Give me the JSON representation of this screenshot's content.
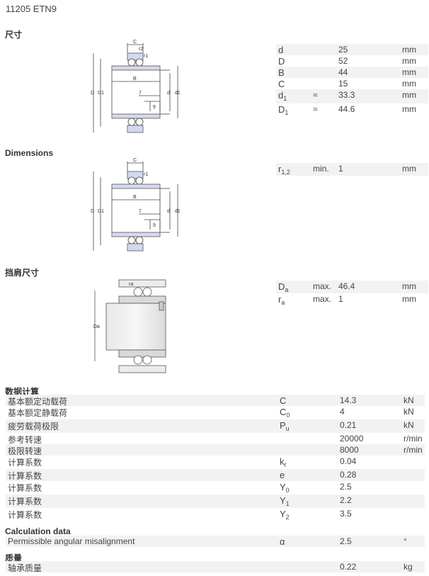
{
  "title": "11205 ETN9",
  "sections": {
    "dimensions_cn": "尺寸",
    "dimensions_en": "Dimensions",
    "abutment_cn": "挡肩尺寸",
    "calc_cn": "数据计算",
    "calc_en": "Calculation data",
    "mass_cn": "质量"
  },
  "diagram_labels": {
    "C": "C",
    "r2": "r2",
    "r1": "r1",
    "B": "B",
    "D": "D",
    "D1": "D1",
    "d": "d",
    "d1": "d1",
    "seven": "7",
    "nine": "9",
    "ra": "ra",
    "Da": "Da"
  },
  "dimensions": [
    {
      "sym": "d",
      "sub": "",
      "q": "",
      "val": "25",
      "unit": "mm"
    },
    {
      "sym": "D",
      "sub": "",
      "q": "",
      "val": "52",
      "unit": "mm"
    },
    {
      "sym": "B",
      "sub": "",
      "q": "",
      "val": "44",
      "unit": "mm"
    },
    {
      "sym": "C",
      "sub": "",
      "q": "",
      "val": "15",
      "unit": "mm"
    },
    {
      "sym": "d",
      "sub": "1",
      "q": "≈",
      "val": "33.3",
      "unit": "mm"
    },
    {
      "sym": "D",
      "sub": "1",
      "q": "≈",
      "val": "44.6",
      "unit": "mm"
    }
  ],
  "dimensions2": [
    {
      "sym": "r",
      "sub": "1,2",
      "q": "min.",
      "val": "1",
      "unit": "mm"
    }
  ],
  "abutment": [
    {
      "sym": "D",
      "sub": "a",
      "q": "max.",
      "val": "46.4",
      "unit": "mm"
    },
    {
      "sym": "r",
      "sub": "a",
      "q": "max.",
      "val": "1",
      "unit": "mm"
    }
  ],
  "calc": [
    {
      "label": "基本额定动载荷",
      "sym": "C",
      "sub": "",
      "val": "14.3",
      "unit": "kN"
    },
    {
      "label": "基本额定静载荷",
      "sym": "C",
      "sub": "0",
      "val": "4",
      "unit": "kN"
    },
    {
      "label": "疲劳载荷极限",
      "sym": "P",
      "sub": "u",
      "val": "0.21",
      "unit": "kN"
    },
    {
      "label": "参考转速",
      "sym": "",
      "sub": "",
      "val": "20000",
      "unit": "r/min"
    },
    {
      "label": "极限转速",
      "sym": "",
      "sub": "",
      "val": "8000",
      "unit": "r/min"
    },
    {
      "label": "计算系数",
      "sym": "k",
      "sub": "r",
      "val": "0.04",
      "unit": ""
    },
    {
      "label": "计算系数",
      "sym": "e",
      "sub": "",
      "val": "0.28",
      "unit": ""
    },
    {
      "label": "计算系数",
      "sym": "Y",
      "sub": "0",
      "val": "2.5",
      "unit": ""
    },
    {
      "label": "计算系数",
      "sym": "Y",
      "sub": "1",
      "val": "2.2",
      "unit": ""
    },
    {
      "label": "计算系数",
      "sym": "Y",
      "sub": "2",
      "val": "3.5",
      "unit": ""
    }
  ],
  "calc_en_rows": [
    {
      "label": "Permissible angular misalignment",
      "sym": "α",
      "sub": "",
      "val": "2.5",
      "unit": "°"
    }
  ],
  "mass_rows": [
    {
      "label": "轴承质量",
      "sym": "",
      "sub": "",
      "val": "0.22",
      "unit": "kg"
    }
  ]
}
